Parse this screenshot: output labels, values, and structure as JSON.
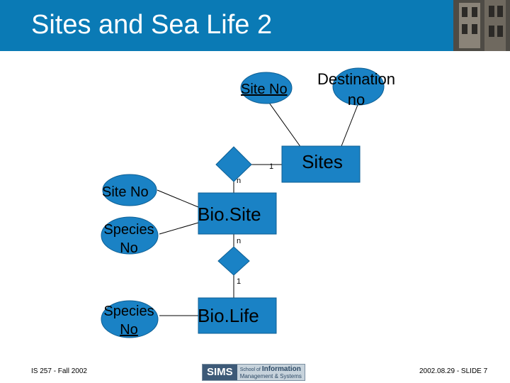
{
  "slide": {
    "title": "Sites and Sea Life 2",
    "footer_left": "IS 257 - Fall 2002",
    "footer_right": "2002.08.29 - SLIDE 7",
    "logo": {
      "main": "SIMS",
      "school_small": "School of",
      "information": "Information",
      "management": "Management",
      "and_systems": "& Systems"
    }
  },
  "diagram": {
    "entities": {
      "sites": "Sites",
      "bio_site": "Bio.Site",
      "bio_life": "Bio.Life"
    },
    "attributes": {
      "site_no_top": "Site No",
      "destination_line1": "Destination",
      "destination_line2": "no",
      "site_no_left": "Site No",
      "species_no_mid_line1": "Species",
      "species_no_mid_line2": "No",
      "species_no_bottom_line1": "Species",
      "species_no_bottom_line2": "No"
    },
    "cardinalities": {
      "rel1_sites": "1",
      "rel1_biosite": "n",
      "rel2_biosite": "n",
      "rel2_biolife": "1"
    }
  },
  "colors": {
    "title_bar": "#0a7ab5",
    "shape_fill": "#1a82c5"
  }
}
